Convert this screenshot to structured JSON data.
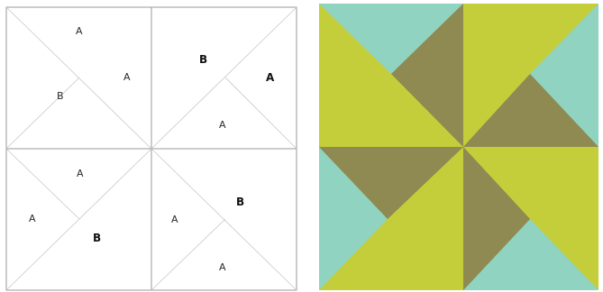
{
  "line_diagram": {
    "labels": {
      "tl_top": "A",
      "tl_right": "A",
      "tl_left": "B",
      "tr_b": "B",
      "tr_right": "A",
      "tr_bottom": "A",
      "bl_top": "A",
      "bl_left": "A",
      "bl_b": "B",
      "br_left": "A",
      "br_b": "B",
      "br_bottom": "A"
    }
  },
  "quilt": {
    "colors": {
      "light": "#8fd3c0",
      "yellow": "#c4ce3a",
      "dark": "#8e8a52"
    }
  }
}
